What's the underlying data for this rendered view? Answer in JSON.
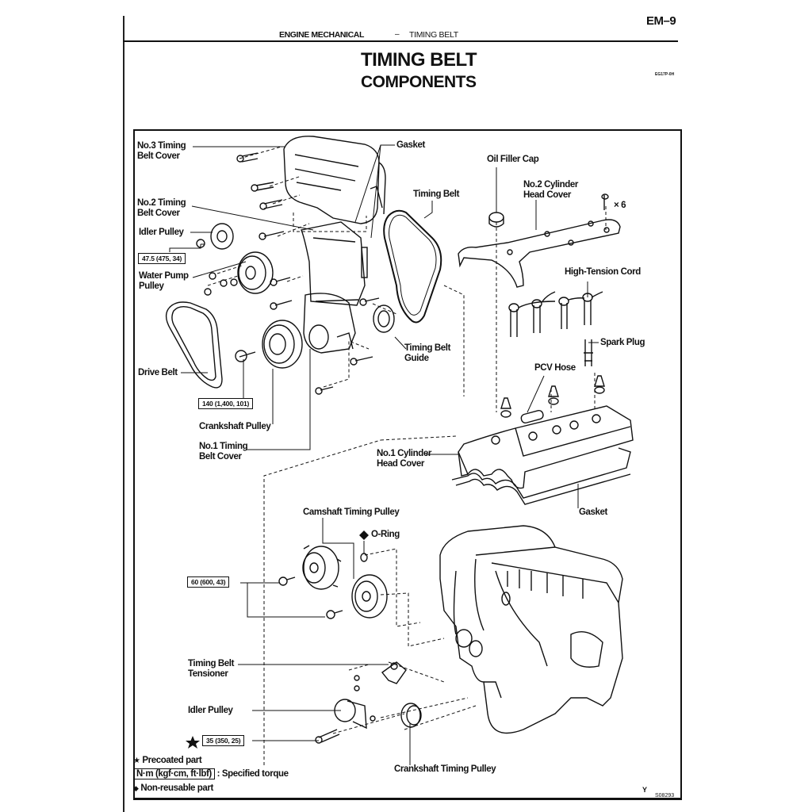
{
  "header": {
    "page_number": "EM–9",
    "section": "ENGINE MECHANICAL",
    "separator": "–",
    "subsection": "TIMING BELT",
    "title": "TIMING BELT",
    "subtitle": "COMPONENTS",
    "ref_code": "EG17P-0H"
  },
  "labels": {
    "no3_cover_l1": "No.3 Timing",
    "no3_cover_l2": "Belt Cover",
    "gasket_top": "Gasket",
    "no2_cover_l1": "No.2 Timing",
    "no2_cover_l2": "Belt Cover",
    "idler_pulley_top": "Idler Pulley",
    "water_pump_l1": "Water Pump",
    "water_pump_l2": "Pulley",
    "timing_belt": "Timing Belt",
    "oil_filler_cap": "Oil Filler Cap",
    "no2_head_cover_l1": "No.2 Cylinder",
    "no2_head_cover_l2": "Head Cover",
    "bolt_count": "× 6",
    "high_tension_cord": "High-Tension Cord",
    "timing_belt_guide_l1": "Timing Belt",
    "timing_belt_guide_l2": "Guide",
    "spark_plug": "Spark Plug",
    "pcv_hose": "PCV Hose",
    "drive_belt": "Drive Belt",
    "crankshaft_pulley": "Crankshaft Pulley",
    "no1_cover_l1": "No.1 Timing",
    "no1_cover_l2": "Belt Cover",
    "no1_head_cover_l1": "No.1 Cylinder",
    "no1_head_cover_l2": "Head Cover",
    "gasket_head": "Gasket",
    "camshaft_pulley": "Camshaft Timing Pulley",
    "o_ring": "O-Ring",
    "tensioner_l1": "Timing Belt",
    "tensioner_l2": "Tensioner",
    "idler_pulley_bottom": "Idler Pulley",
    "crankshaft_timing_pulley": "Crankshaft Timing Pulley"
  },
  "torques": {
    "idler_nut": "47.5 (475, 34)",
    "crank_bolt": "140 (1,400, 101)",
    "cam_bolt": "60 (600, 43)",
    "idler_bolt": "35 (350, 25)"
  },
  "legend": {
    "precoated_symbol": "★",
    "precoated": "Precoated part",
    "torque_units": "N·m (kgf·cm, ft·lbf)",
    "torque_desc": ": Specified torque",
    "nonreusable_symbol": "◆",
    "nonreusable": "Non-reusable part"
  },
  "footer": {
    "view_mark": "Y",
    "figure_code": "S08293"
  }
}
